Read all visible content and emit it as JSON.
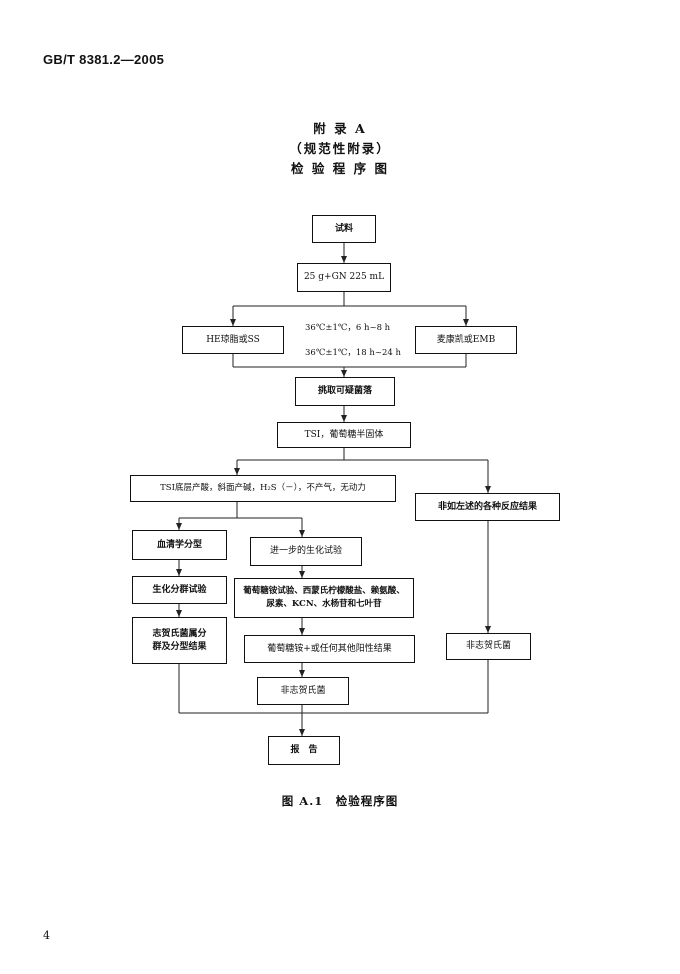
{
  "header": {
    "standard_number": "GB/T 8381.2—2005"
  },
  "appendix": {
    "title": "附 录 A",
    "type": "（规范性附录）",
    "subtitle": "检 验 程 序 图"
  },
  "flowchart": {
    "sample": "试料",
    "enrichment": "25 g+GN 225 mL",
    "left_plate": "HE琼脂或SS",
    "right_plate": "麦康凯或EMB",
    "condition_1": "36℃±1℃，6 h~8 h",
    "condition_2": "36℃±1℃，18 h~24 h",
    "pick": "挑取可疑菌落",
    "tsi": "TSI，葡萄糖半固体",
    "tsi_result": "TSI底层产酸，斜面产碱，H₂S（－），不产气，无动力",
    "other_result": "非如左述的各种反应结果",
    "serotyping": "血清学分型",
    "further_biochem": "进一步的生化试验",
    "biochem_group": "生化分群试验",
    "biochem_tests": "葡萄糖铵试验、西蒙氏柠檬酸盐、赖氨酸、尿素、KCN、水杨苷和七叶苷",
    "shigella_typing": "志贺氏菌属分群及分型结果",
    "positive_result": "葡萄糖铵+或任何其他阳性结果",
    "non_shigella_mid": "非志贺氏菌",
    "non_shigella_right": "非志贺氏菌",
    "report": "报　告"
  },
  "caption": "图 A.1　检验程序图",
  "page_number": "4"
}
